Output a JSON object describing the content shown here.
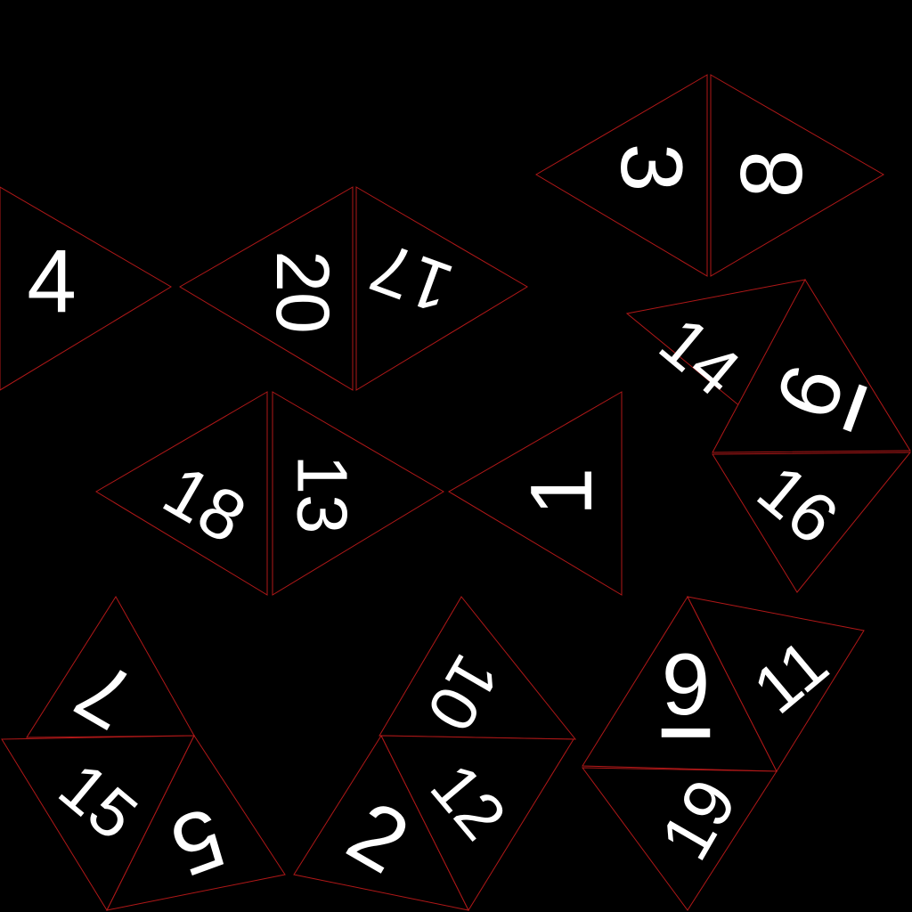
{
  "texture": {
    "background_color": "#000000",
    "edge_color": "#b01818",
    "number_color": "#ffffff"
  },
  "faces": [
    {
      "id": "face-1",
      "label": "1"
    },
    {
      "id": "face-2",
      "label": "2"
    },
    {
      "id": "face-3",
      "label": "3"
    },
    {
      "id": "face-4",
      "label": "4"
    },
    {
      "id": "face-5",
      "label": "5"
    },
    {
      "id": "face-6",
      "label": "6"
    },
    {
      "id": "face-7",
      "label": "7"
    },
    {
      "id": "face-8",
      "label": "8"
    },
    {
      "id": "face-9",
      "label": "9"
    },
    {
      "id": "face-10",
      "label": "10"
    },
    {
      "id": "face-11",
      "label": "11"
    },
    {
      "id": "face-12",
      "label": "12"
    },
    {
      "id": "face-13",
      "label": "13"
    },
    {
      "id": "face-14",
      "label": "14"
    },
    {
      "id": "face-15",
      "label": "15"
    },
    {
      "id": "face-16",
      "label": "16"
    },
    {
      "id": "face-17",
      "label": "17"
    },
    {
      "id": "face-18",
      "label": "18"
    },
    {
      "id": "face-19",
      "label": "19"
    },
    {
      "id": "face-20",
      "label": "20"
    }
  ]
}
